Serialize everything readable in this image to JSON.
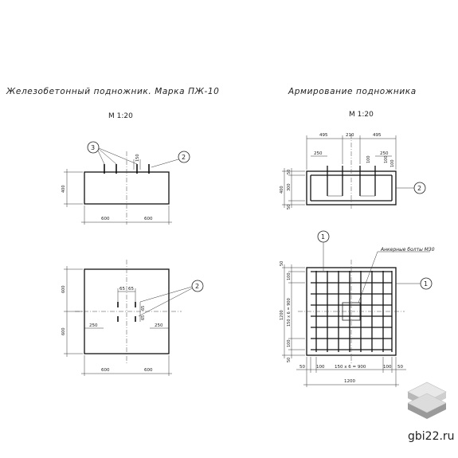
{
  "titles": {
    "left": "Железобетонный подножник. Марка ПЖ-10",
    "right": "Армирование подножника"
  },
  "scales": {
    "left": "М 1:20",
    "right": "М 1:20"
  },
  "front_view": {
    "height": "400",
    "half_widths": [
      "600",
      "600"
    ],
    "bolt_gap": "150",
    "callouts": [
      "3",
      "2"
    ]
  },
  "plan_view": {
    "heights": [
      "600",
      "600"
    ],
    "edge_offsets": [
      "250",
      "250"
    ],
    "bolt_spacing": [
      "65",
      "65"
    ],
    "bolt_spacing_v": [
      "65",
      "65"
    ],
    "half_widths": [
      "600",
      "600"
    ],
    "callouts": [
      "2"
    ]
  },
  "rebar_section": {
    "top_dims": [
      "495",
      "210",
      "495"
    ],
    "sub_dims": [
      "250",
      "250"
    ],
    "inner_dims": [
      "100",
      "100",
      "100"
    ],
    "left_dims": [
      "50",
      "300",
      "50"
    ],
    "total_height": "400",
    "callout": "2"
  },
  "rebar_plan": {
    "left_dims": [
      "100",
      "150 x 6 = 900",
      "100",
      "50",
      "50"
    ],
    "total_height": "1200",
    "bottom_dims": [
      "50",
      "100",
      "150 x 6 = 900",
      "100",
      "50"
    ],
    "total_width": "1200",
    "anchor_note": "Анкерные болты М30",
    "callouts": [
      "1",
      "1"
    ]
  },
  "watermark": {
    "site": "gbi22.ru"
  }
}
